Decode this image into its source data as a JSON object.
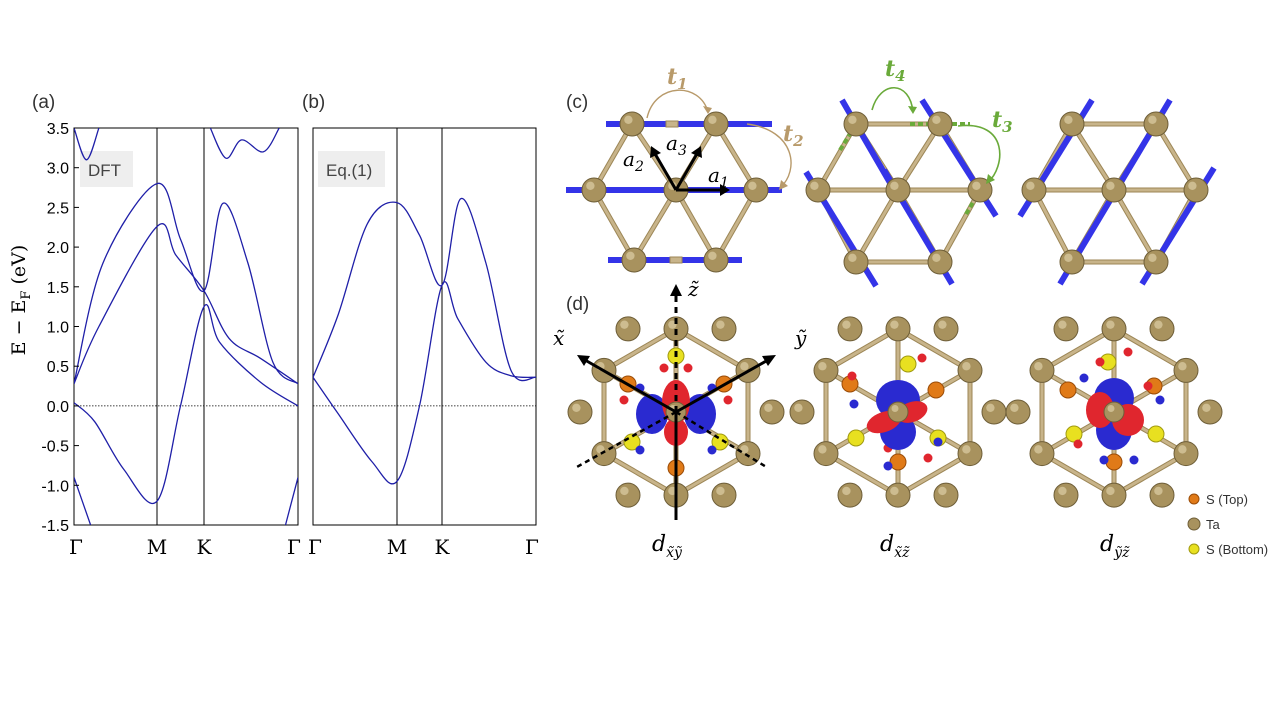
{
  "panels": {
    "a": {
      "label": "(a)",
      "tag": "DFT"
    },
    "b": {
      "label": "(b)",
      "tag": "Eq.(1)"
    },
    "c": {
      "label": "(c)"
    },
    "d": {
      "label": "(d)"
    }
  },
  "band_axis": {
    "ylabel_main": "E − E",
    "ylabel_sub": "F",
    "ylabel_unit": " (eV)",
    "yticks": [
      "3.5",
      "3.0",
      "2.5",
      "2.0",
      "1.5",
      "1.0",
      "0.5",
      "0.0",
      "-0.5",
      "-1.0",
      "-1.5"
    ],
    "kpoints_a": [
      "Γ",
      "M",
      "K",
      "Γ"
    ],
    "kpoints_b": [
      "Γ",
      "M",
      "K",
      "Γ"
    ]
  },
  "hopping": {
    "t1_base": "t",
    "t1_sub": "1",
    "t2_base": "t",
    "t2_sub": "2",
    "t3_base": "t",
    "t3_sub": "3",
    "t4_base": "t",
    "t4_sub": "4"
  },
  "vectors": {
    "a1_base": "a",
    "a1_sub": "1",
    "a2_base": "a",
    "a2_sub": "2",
    "a3_base": "a",
    "a3_sub": "3"
  },
  "axes_d": {
    "x": "x̃",
    "y": "ỹ",
    "z": "z̃"
  },
  "orbitals": {
    "o1_base": "d",
    "o1_sub": "x̃ỹ",
    "o2_base": "d",
    "o2_sub": "x̃z̃",
    "o3_base": "d",
    "o3_sub": "ỹz̃"
  },
  "legend": [
    {
      "label": "S (Top)",
      "color": "#e07a18"
    },
    {
      "label": "Ta",
      "color": "#a8925e"
    },
    {
      "label": "S (Bottom)",
      "color": "#e8e020"
    }
  ],
  "colors": {
    "band": "#1f1fa8",
    "bond": "#c8b48a",
    "bond_edge": "#9c8656",
    "blue_bar": "#3434e8",
    "t12": "#b89a6a",
    "t34": "#6aaa3a",
    "lobe_red": "#e0262e",
    "lobe_blue": "#2a2ad0"
  },
  "chart_data": [
    {
      "type": "line",
      "title": "DFT",
      "ylabel": "E − E_F (eV)",
      "ylim": [
        -1.5,
        3.5
      ],
      "xticks": [
        "Γ",
        "M",
        "K",
        "Γ"
      ],
      "series": [
        {
          "points": [
            [
              0,
              0.28
            ],
            [
              0.35,
              1.8
            ],
            [
              1,
              2.8
            ],
            [
              1.25,
              2.1
            ],
            [
              1.5,
              1.45
            ],
            [
              1.8,
              2.55
            ],
            [
              2.2,
              1.8
            ],
            [
              2.6,
              0.55
            ],
            [
              3,
              0.28
            ]
          ]
        },
        {
          "points": [
            [
              0,
              0.28
            ],
            [
              0.3,
              1.0
            ],
            [
              1,
              2.26
            ],
            [
              1.2,
              1.9
            ],
            [
              1.5,
              1.45
            ],
            [
              1.9,
              0.85
            ],
            [
              2.4,
              0.6
            ],
            [
              3,
              0.28
            ]
          ]
        },
        {
          "points": [
            [
              0,
              0.04
            ],
            [
              0.25,
              -0.2
            ],
            [
              0.6,
              -0.8
            ],
            [
              1,
              -1.2
            ],
            [
              1.25,
              0.0
            ],
            [
              1.5,
              1.25
            ],
            [
              1.75,
              0.8
            ],
            [
              2.4,
              0.3
            ],
            [
              3,
              0.0
            ]
          ]
        },
        {
          "points": [
            [
              0,
              -0.9
            ],
            [
              0.2,
              -1.5
            ]
          ]
        },
        {
          "points": [
            [
              2.8,
              -1.5
            ],
            [
              3,
              -0.9
            ]
          ]
        },
        {
          "points": [
            [
              0,
              3.5
            ],
            [
              0.15,
              3.1
            ],
            [
              0.3,
              3.5
            ]
          ]
        },
        {
          "points": [
            [
              1.6,
              3.5
            ],
            [
              1.85,
              3.12
            ],
            [
              2.1,
              3.35
            ],
            [
              2.45,
              3.2
            ],
            [
              2.7,
              3.5
            ]
          ]
        }
      ]
    },
    {
      "type": "line",
      "title": "Eq.(1)",
      "ylim": [
        -1.5,
        3.5
      ],
      "xticks": [
        "Γ",
        "M",
        "K",
        "Γ"
      ],
      "series": [
        {
          "points": [
            [
              0,
              0.36
            ],
            [
              0.3,
              1.15
            ],
            [
              0.65,
              2.3
            ],
            [
              1,
              2.56
            ],
            [
              1.25,
              2.15
            ],
            [
              1.5,
              1.52
            ],
            [
              1.8,
              2.61
            ],
            [
              2.2,
              1.8
            ],
            [
              2.6,
              0.45
            ],
            [
              3,
              0.36
            ]
          ]
        },
        {
          "points": [
            [
              0,
              0.36
            ],
            [
              0.3,
              -0.1
            ],
            [
              0.7,
              -0.7
            ],
            [
              1,
              -0.95
            ],
            [
              1.25,
              0.0
            ],
            [
              1.5,
              1.52
            ],
            [
              1.75,
              1.1
            ],
            [
              2.2,
              0.55
            ],
            [
              2.6,
              0.38
            ],
            [
              3,
              0.36
            ]
          ]
        }
      ]
    }
  ]
}
